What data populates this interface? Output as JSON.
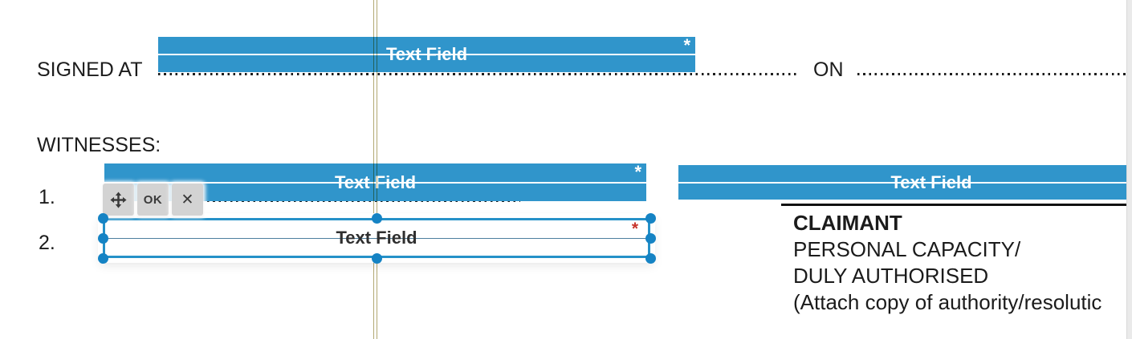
{
  "document": {
    "signed_at": "SIGNED AT",
    "on": "ON",
    "witnesses": "WITNESSES:",
    "witness_1": "1.",
    "witness_2": "2.",
    "claimant_lines": [
      "CLAIMANT",
      "PERSONAL CAPACITY/",
      "DULY AUTHORISED",
      "(Attach copy of authority/resolutic"
    ]
  },
  "fields": {
    "signed_at": {
      "label": "Text Field",
      "required": "*"
    },
    "witness_1": {
      "label": "Text Field",
      "required": "*"
    },
    "witness_2": {
      "label": "Text Field",
      "required": "*"
    },
    "claimant": {
      "label": "Text Field"
    }
  },
  "toolbar": {
    "move": "move-arrows",
    "ok": "OK",
    "close": "✕"
  },
  "colors": {
    "field_blue": "#3095cb",
    "selected_border": "#2591c8",
    "handle_blue": "#1583c4",
    "required_red": "#c7342c",
    "guide_tan": "#b3a873",
    "toolbar_gray": "#d3d3d3"
  }
}
